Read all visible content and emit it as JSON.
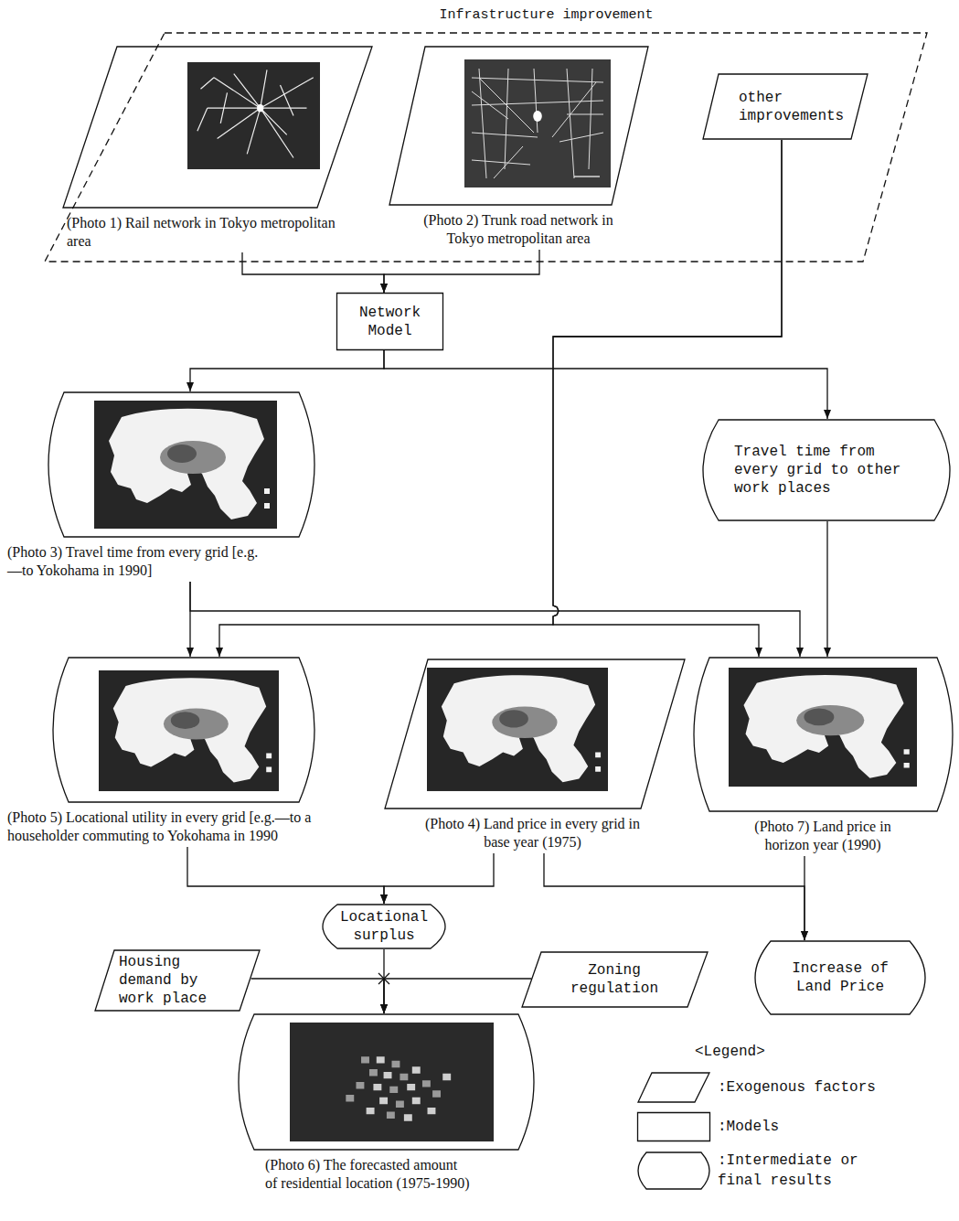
{
  "diagram": {
    "nodes": [
      {
        "text": [
          "Infrastructure improvement"
        ]
      },
      {
        "text": [
          "(Photo 1) Rail network in Tokyo metropolitan area"
        ],
        "in": 0
      },
      {
        "text": [
          "(Photo 2) Trunk road network in Tokyo metropolitan area"
        ],
        "in": 0
      },
      {
        "text": [
          "other improvements"
        ],
        "in": 0
      },
      {
        "text": [
          "Network Model"
        ]
      },
      {
        "text": [
          "(Photo 3) Travel time from every grid [e.g.—to Yokohama in 1990]"
        ]
      },
      {
        "text": [
          "Travel time from every grid to other work places"
        ]
      },
      {
        "text": [
          "(Photo 5) Locational utility in every grid [e.g.—to a householder commuting to Yokohama in 1990"
        ]
      },
      {
        "text": [
          "(Photo 4) Land price in every grid in base year (1975)"
        ]
      },
      {
        "text": [
          "(Photo 7) Land price in horizon year (1990)"
        ]
      },
      {
        "text": [
          "Locational surplus"
        ]
      },
      {
        "text": [
          "Housing demand by work place"
        ]
      },
      {
        "text": [
          "Zoning regulation"
        ]
      },
      {
        "text": [
          "Increase of Land Price"
        ]
      },
      {
        "text": [
          "(Photo 6) The forecasted amount of residential location (1975-1990)"
        ]
      }
    ],
    "edges": [
      {
        "from": 1,
        "to": 4,
        "arrow": "to"
      },
      {
        "from": 2,
        "to": 4,
        "arrow": "to"
      },
      {
        "from": 4,
        "to": 5,
        "arrow": "to"
      },
      {
        "from": 4,
        "to": 6,
        "arrow": "to"
      },
      {
        "from": 3,
        "to": 7,
        "arrow": "to"
      },
      {
        "from": 3,
        "to": 9,
        "arrow": "to"
      },
      {
        "from": 5,
        "to": 7,
        "arrow": "to"
      },
      {
        "from": 5,
        "to": 9,
        "arrow": "to"
      },
      {
        "from": 6,
        "to": 9,
        "arrow": "to"
      },
      {
        "from": 7,
        "to": 10,
        "arrow": "to"
      },
      {
        "from": 8,
        "to": 10,
        "arrow": "to"
      },
      {
        "from": 8,
        "to": 13,
        "arrow": "to"
      },
      {
        "from": 9,
        "to": 13,
        "arrow": "to"
      },
      {
        "from": 10,
        "to": 14,
        "arrow": "to"
      },
      {
        "from": 11,
        "to": 14,
        "arrow": "to"
      },
      {
        "from": 12,
        "to": 14,
        "arrow": "to"
      }
    ],
    "labels": [
      "<Legend>"
    ],
    "legend": [
      {
        "text": ":Exogenous factors"
      },
      {
        "text": ":Models"
      },
      {
        "text": ":Intermediate or final results"
      }
    ]
  }
}
